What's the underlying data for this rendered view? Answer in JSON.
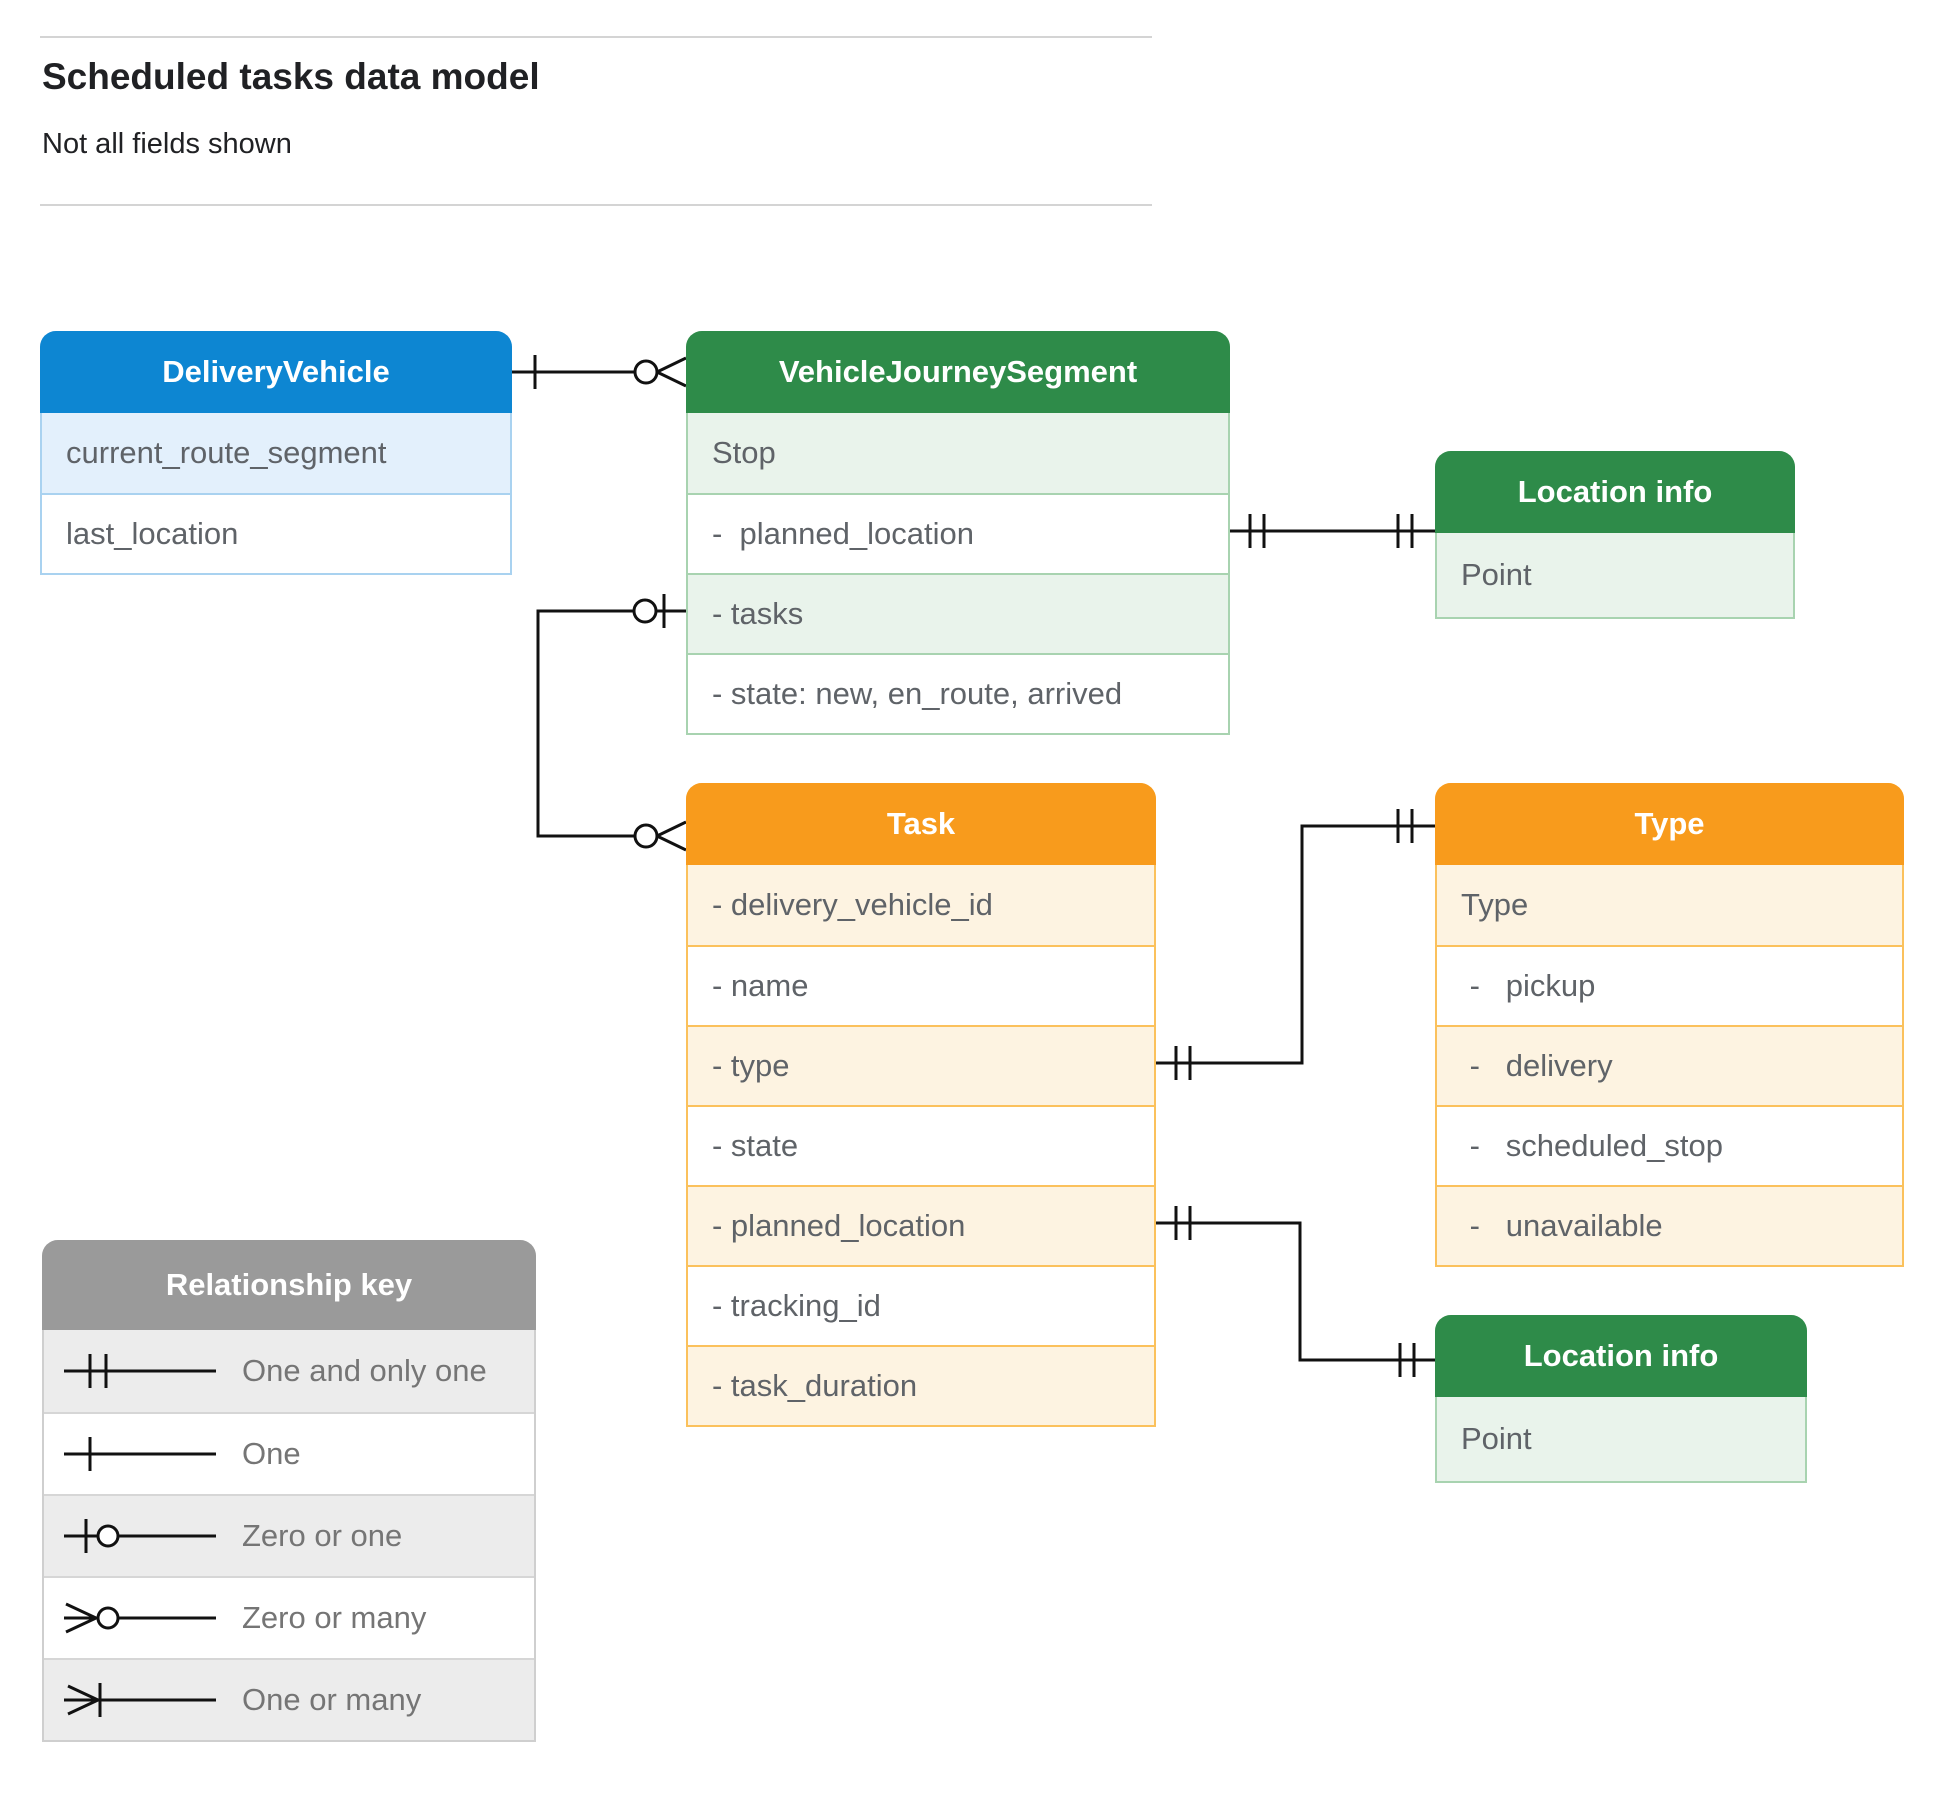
{
  "page": {
    "title": "Scheduled tasks data model",
    "subtitle": "Not all fields shown"
  },
  "entities": [
    {
      "id": "delivery-vehicle",
      "title": "DeliveryVehicle",
      "rows": [
        {
          "label": "current_route_segment"
        },
        {
          "label": "last_location"
        }
      ]
    },
    {
      "id": "vehicle-journey-segment",
      "title": "VehicleJourneySegment",
      "rows": [
        {
          "label": "Stop"
        },
        {
          "label": "-  planned_location"
        },
        {
          "label": "- tasks"
        },
        {
          "label": "- state: new, en_route, arrived"
        }
      ]
    },
    {
      "id": "location-info-top",
      "title": "Location info",
      "rows": [
        {
          "label": "Point"
        }
      ]
    },
    {
      "id": "task",
      "title": "Task",
      "rows": [
        {
          "label": "- delivery_vehicle_id"
        },
        {
          "label": "- name"
        },
        {
          "label": "- type"
        },
        {
          "label": "- state"
        },
        {
          "label": "- planned_location"
        },
        {
          "label": "- tracking_id"
        },
        {
          "label": "- task_duration"
        }
      ]
    },
    {
      "id": "type",
      "title": "Type",
      "rows": [
        {
          "label": "Type"
        },
        {
          "label": " -   pickup"
        },
        {
          "label": " -   delivery"
        },
        {
          "label": " -   scheduled_stop"
        },
        {
          "label": " -   unavailable"
        }
      ]
    },
    {
      "id": "location-info-bottom",
      "title": "Location info",
      "rows": [
        {
          "label": "Point"
        }
      ]
    }
  ],
  "legend": {
    "title": "Relationship key",
    "items": [
      {
        "label": "One and only one",
        "symbol": "one-and-only-one"
      },
      {
        "label": "One",
        "symbol": "one"
      },
      {
        "label": "Zero or one",
        "symbol": "zero-or-one"
      },
      {
        "label": "Zero or many",
        "symbol": "zero-or-many"
      },
      {
        "label": "One or many",
        "symbol": "one-or-many"
      }
    ]
  },
  "relationships": [
    {
      "from": "DeliveryVehicle",
      "to": "VehicleJourneySegment",
      "from_end": "one",
      "to_end": "zero-or-many"
    },
    {
      "from": "VehicleJourneySegment.planned_location",
      "to": "Location info",
      "from_end": "one-and-only-one",
      "to_end": "one-and-only-one"
    },
    {
      "from": "VehicleJourneySegment.tasks",
      "to": "Task",
      "from_end": "zero-or-one",
      "to_end": "zero-or-many"
    },
    {
      "from": "Task.type",
      "to": "Type",
      "from_end": "one-and-only-one",
      "to_end": "one-and-only-one"
    },
    {
      "from": "Task.planned_location",
      "to": "Location info",
      "from_end": "one-and-only-one",
      "to_end": "one-and-only-one"
    }
  ],
  "colors": {
    "blue_header": "#0d86d2",
    "blue_light": "#e3f0fc",
    "blue_border": "#a9d2f0",
    "green_header": "#2e8b49",
    "green_light": "#e9f3eb",
    "green_border": "#a8d3b0",
    "orange_header": "#f89b1c",
    "orange_light": "#fdf3e1",
    "orange_border": "#fbc15c",
    "gray_header": "#9a9a9a",
    "gray_light": "#ececec",
    "gray_border": "#cfcfcf",
    "connector_line": "#111111",
    "row_text": "#5f6368",
    "legend_text": "#757575"
  }
}
